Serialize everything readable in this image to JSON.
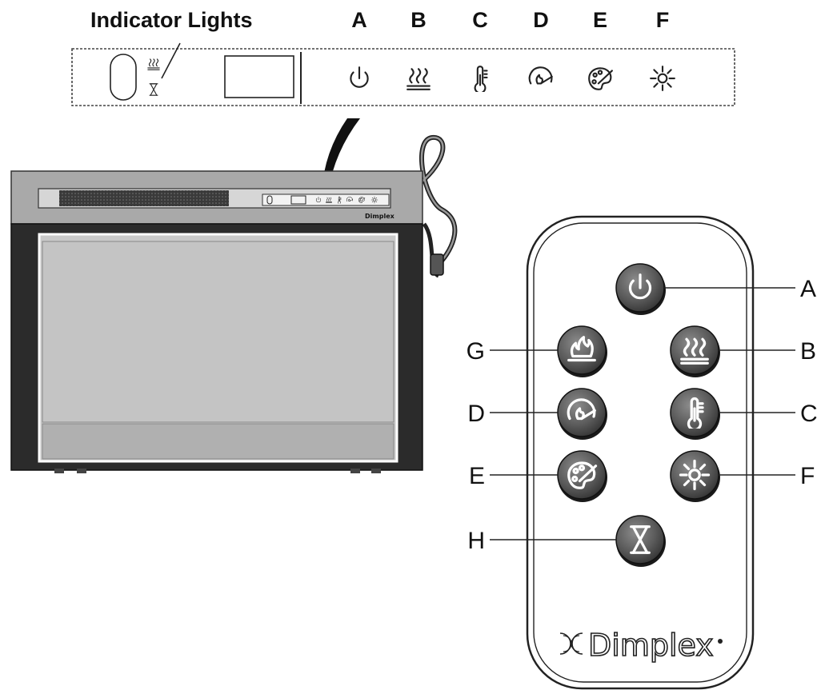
{
  "header": {
    "indicator_lights": "Indicator Lights",
    "letters": [
      "A",
      "B",
      "C",
      "D",
      "E",
      "F"
    ]
  },
  "panel_icons": [
    "power-icon",
    "heat-icon",
    "thermometer-icon",
    "flame-speed-icon",
    "palette-icon",
    "brightness-icon"
  ],
  "indicator_icons": [
    "heat-icon",
    "timer-icon"
  ],
  "remote": {
    "brand": "Dimplex",
    "buttons": [
      {
        "label": "A",
        "icon": "power-icon"
      },
      {
        "label": "B",
        "icon": "heat-icon"
      },
      {
        "label": "C",
        "icon": "thermometer-icon"
      },
      {
        "label": "D",
        "icon": "flame-speed-icon"
      },
      {
        "label": "E",
        "icon": "palette-icon"
      },
      {
        "label": "F",
        "icon": "brightness-icon"
      },
      {
        "label": "G",
        "icon": "flame-icon"
      },
      {
        "label": "H",
        "icon": "timer-icon"
      }
    ]
  },
  "fireplace": {
    "brand": "Dimplex"
  },
  "colors": {
    "button": "#585858",
    "body_dark": "#2b2b2b",
    "glass": "#c8c8c8",
    "trim": "#a9a9a9"
  }
}
